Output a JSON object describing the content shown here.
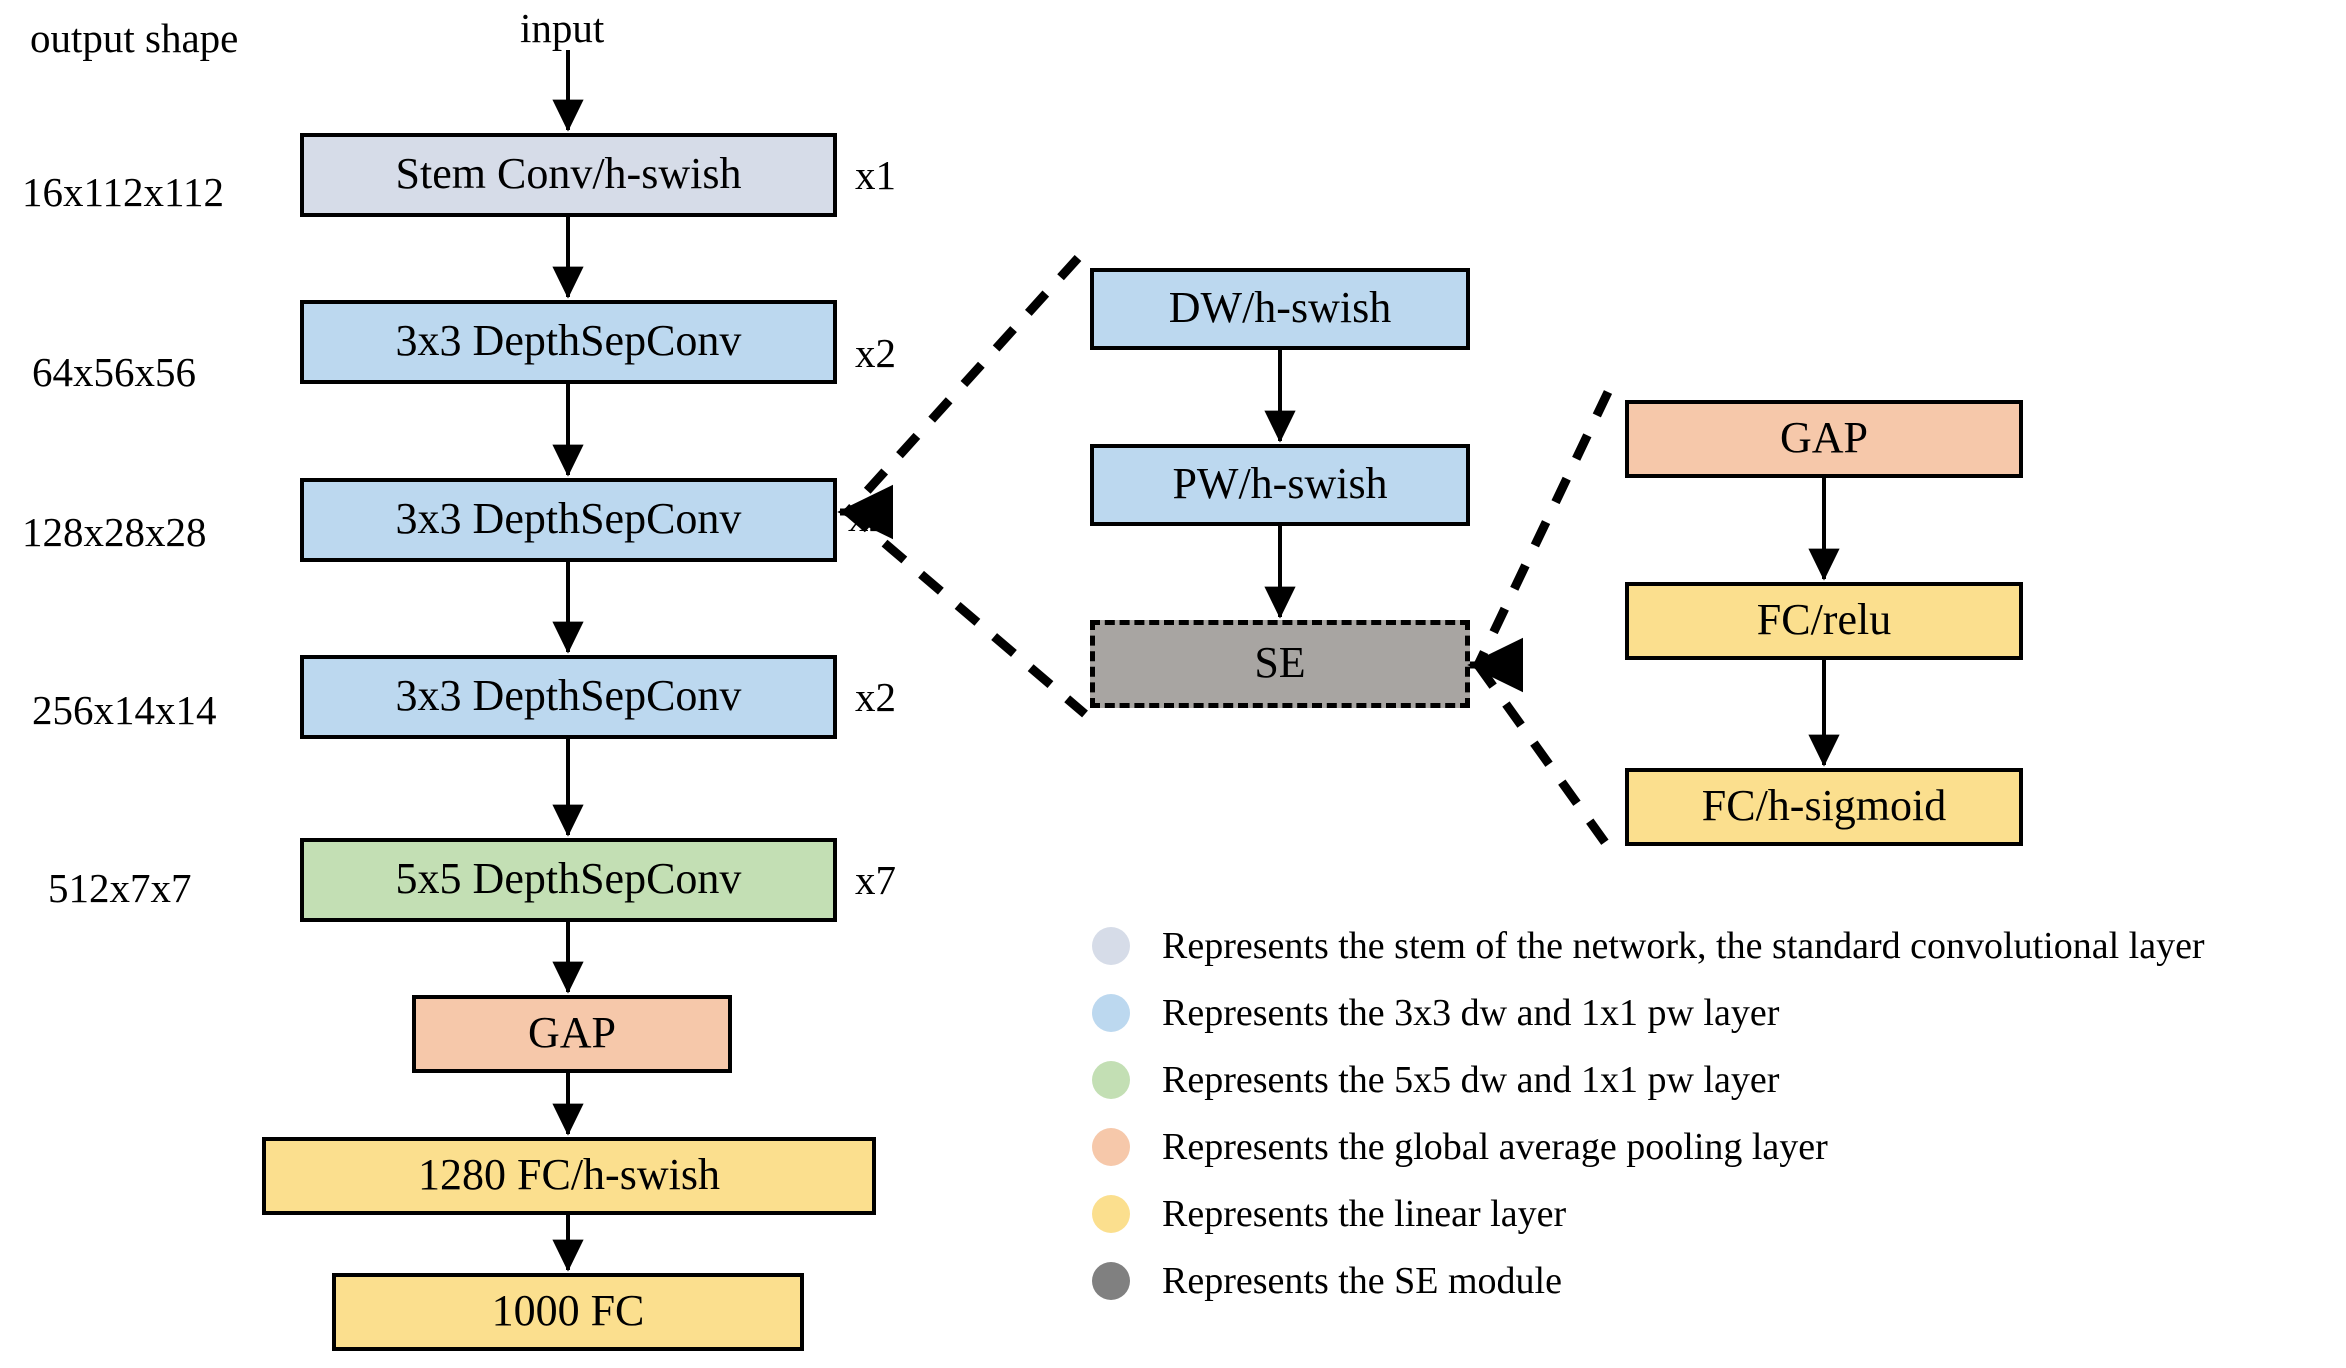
{
  "diagram": {
    "title_labels": {
      "output_shape": "output shape",
      "input": "input"
    },
    "main_column": {
      "shapes": [
        "16x112x112",
        "64x56x56",
        "128x28x28",
        "256x14x14",
        "512x7x7"
      ],
      "blocks": [
        {
          "text": "Stem Conv/h-swish",
          "repeat": "x1",
          "color": "#d6dce8"
        },
        {
          "text": "3x3 DepthSepConv",
          "repeat": "x2",
          "color": "#bcd8ef"
        },
        {
          "text": "3x3 DepthSepConv",
          "repeat": "x2",
          "color": "#bcd8ef"
        },
        {
          "text": "3x3 DepthSepConv",
          "repeat": "x2",
          "color": "#bcd8ef"
        },
        {
          "text": "5x5 DepthSepConv",
          "repeat": "x7",
          "color": "#c3dfb4"
        },
        {
          "text": "GAP",
          "repeat": "",
          "color": "#f6c8aa"
        },
        {
          "text": "1280 FC/h-swish",
          "repeat": "",
          "color": "#fbdf8e"
        },
        {
          "text": "1000 FC",
          "repeat": "",
          "color": "#fbdf8e"
        }
      ]
    },
    "block_detail": {
      "blocks": [
        {
          "text": "DW/h-swish",
          "color": "#bcd8ef",
          "dashed": false
        },
        {
          "text": "PW/h-swish",
          "color": "#bcd8ef",
          "dashed": false
        },
        {
          "text": "SE",
          "color": "#a8a5a2",
          "dashed": true
        }
      ]
    },
    "se_detail": {
      "blocks": [
        {
          "text": "GAP",
          "color": "#f6c8aa"
        },
        {
          "text": "FC/relu",
          "color": "#fbdf8e"
        },
        {
          "text": "FC/h-sigmoid",
          "color": "#fbdf8e"
        }
      ]
    },
    "legend": [
      {
        "color": "#d6dce8",
        "text": "Represents the stem of the network, the standard convolutional layer"
      },
      {
        "color": "#bcd8ef",
        "text": "Represents the 3x3 dw and 1x1 pw layer"
      },
      {
        "color": "#c3dfb4",
        "text": "Represents the 5x5 dw and 1x1 pw layer"
      },
      {
        "color": "#f6c8aa",
        "text": "Represents the global average pooling layer"
      },
      {
        "color": "#fbdf8e",
        "text": "Represents the linear layer"
      },
      {
        "color": "#808080",
        "text": "Represents the SE module"
      }
    ]
  }
}
